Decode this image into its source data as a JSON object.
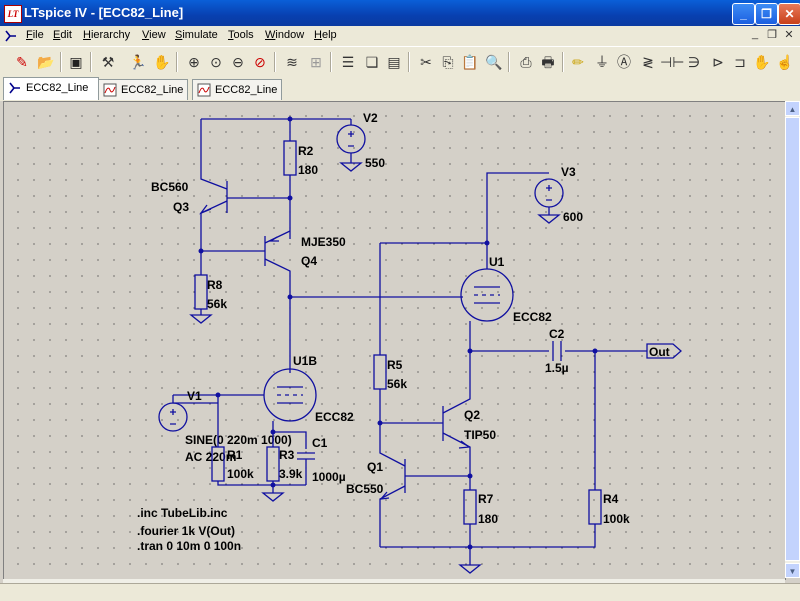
{
  "window": {
    "title": "LTspice IV - [ECC82_Line]",
    "minimize_label": "_",
    "restore_label": "❐",
    "close_label": "✕"
  },
  "menu": {
    "items": [
      "File",
      "Edit",
      "Hierarchy",
      "View",
      "Simulate",
      "Tools",
      "Window",
      "Help"
    ]
  },
  "toolbar": {
    "icons": [
      "new-schematic-icon",
      "open-icon",
      "save-icon",
      "control-panel-icon",
      "run-icon",
      "halt-icon",
      "zoom-in-icon",
      "zoom-pan-icon",
      "zoom-out-icon",
      "zoom-cancel-icon",
      "autorange-icon",
      "plot-icon",
      "tile-horizontal-icon",
      "cascade-icon",
      "tile-vertical-icon",
      "cut-icon",
      "copy-icon",
      "paste-icon",
      "find-icon",
      "print-setup-icon",
      "print-icon",
      "draw-wire-icon",
      "ground-icon",
      "label-net-icon",
      "resistor-icon",
      "capacitor-icon",
      "inductor-icon",
      "diode-icon",
      "component-icon",
      "move-icon",
      "drag-icon"
    ]
  },
  "tabs": [
    {
      "label": "ECC82_Line",
      "type": "schematic",
      "active": true
    },
    {
      "label": "ECC82_Line",
      "type": "waveform",
      "active": false
    },
    {
      "label": "ECC82_Line",
      "type": "waveform",
      "active": false
    }
  ],
  "schematic": {
    "components": {
      "V2": {
        "name": "V2",
        "value": "550"
      },
      "R2": {
        "name": "R2",
        "value": "180"
      },
      "Q3": {
        "name": "Q3",
        "value": "BC560"
      },
      "Q4": {
        "name": "Q4",
        "value": "MJE350"
      },
      "R8": {
        "name": "R8",
        "value": "56k"
      },
      "V3": {
        "name": "V3",
        "value": "600"
      },
      "U1": {
        "name": "U1",
        "value": "ECC82"
      },
      "U1B": {
        "name": "U1B",
        "value": "ECC82"
      },
      "C2": {
        "name": "C2",
        "value": "1.5µ"
      },
      "R5": {
        "name": "R5",
        "value": "56k"
      },
      "Q2": {
        "name": "Q2",
        "value": "TIP50"
      },
      "Q1": {
        "name": "Q1",
        "value": "BC550"
      },
      "V1": {
        "name": "V1",
        "value": "SINE(0 220m 1000)",
        "ac": "AC 220m"
      },
      "R1": {
        "name": "R1",
        "value": "100k"
      },
      "R3": {
        "name": "R3",
        "value": "3.9k"
      },
      "C1": {
        "name": "C1",
        "value": "1000µ"
      },
      "R7": {
        "name": "R7",
        "value": "180"
      },
      "R4": {
        "name": "R4",
        "value": "100k"
      }
    },
    "net_label": "Out",
    "directives": [
      ".inc TubeLib.inc",
      ".fourier 1k V(Out)",
      ".tran 0 10m 0 100n"
    ]
  },
  "colors": {
    "wire": "#1010a0",
    "canvas": "#d4d0c8",
    "titlebar": "#0a5fd8"
  }
}
